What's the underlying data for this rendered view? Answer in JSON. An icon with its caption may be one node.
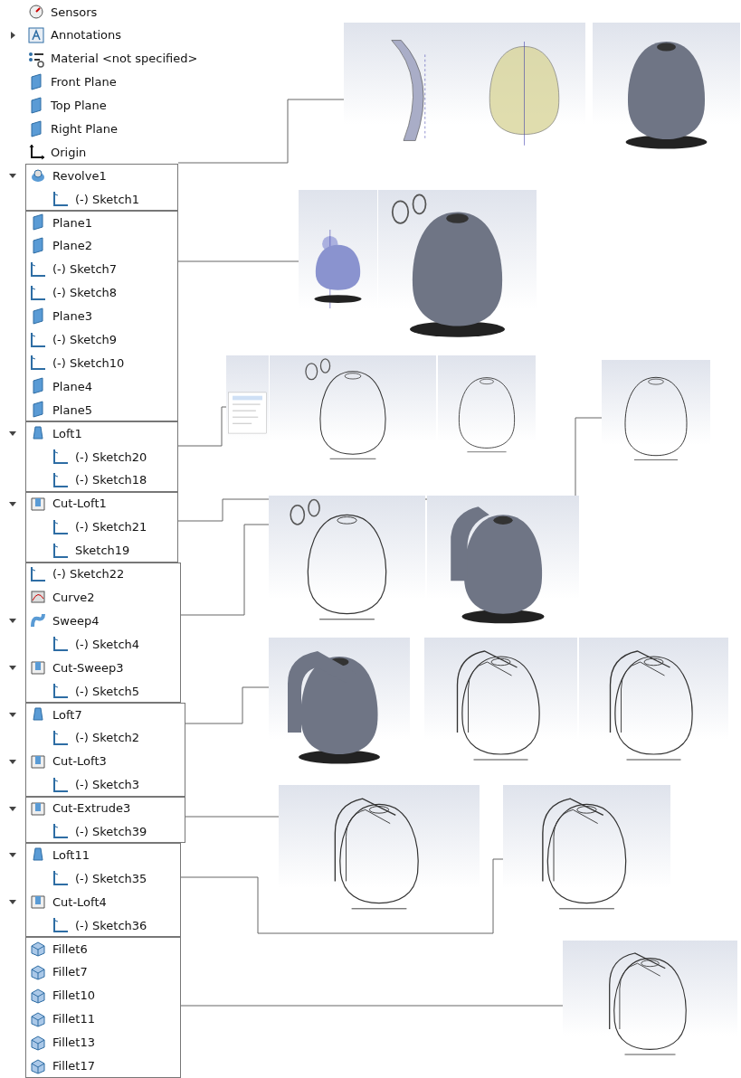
{
  "diagram": {
    "nodes": [
      {
        "text": [],
        "shape": "box"
      },
      {
        "text": [
          "Revolve1"
        ],
        "in": 0
      },
      {
        "text": [
          "(-) Sketch1"
        ],
        "in": 0
      },
      {
        "text": [],
        "shape": "box"
      },
      {
        "text": [
          "Plane1"
        ],
        "in": 3
      },
      {
        "text": [
          "Plane2"
        ],
        "in": 3
      },
      {
        "text": [
          "(-) Sketch7"
        ],
        "in": 3
      },
      {
        "text": [
          "(-) Sketch8"
        ],
        "in": 3
      },
      {
        "text": [
          "Plane3"
        ],
        "in": 3
      },
      {
        "text": [
          "(-) Sketch9"
        ],
        "in": 3
      },
      {
        "text": [
          "(-) Sketch10"
        ],
        "in": 3
      },
      {
        "text": [
          "Plane4"
        ],
        "in": 3
      },
      {
        "text": [
          "Plane5"
        ],
        "in": 3
      },
      {
        "text": [],
        "shape": "box"
      },
      {
        "text": [
          "Loft1"
        ],
        "in": 13
      },
      {
        "text": [
          "(-) Sketch20"
        ],
        "in": 13
      },
      {
        "text": [
          "(-) Sketch18"
        ],
        "in": 13
      },
      {
        "text": [],
        "shape": "box"
      },
      {
        "text": [
          "Cut-Loft1"
        ],
        "in": 17
      },
      {
        "text": [
          "(-) Sketch21"
        ],
        "in": 17
      },
      {
        "text": [
          "Sketch19"
        ],
        "in": 17
      },
      {
        "text": [],
        "shape": "box"
      },
      {
        "text": [
          "(-) Sketch22"
        ],
        "in": 21
      },
      {
        "text": [
          "Curve2"
        ],
        "in": 21
      },
      {
        "text": [
          "Sweep4"
        ],
        "in": 21
      },
      {
        "text": [
          "(-) Sketch4"
        ],
        "in": 21
      },
      {
        "text": [
          "Cut-Sweep3"
        ],
        "in": 21
      },
      {
        "text": [
          "(-) Sketch5"
        ],
        "in": 21
      },
      {
        "text": [],
        "shape": "box"
      },
      {
        "text": [
          "Loft7"
        ],
        "in": 28
      },
      {
        "text": [
          "(-) Sketch2"
        ],
        "in": 28
      },
      {
        "text": [
          "Cut-Loft3"
        ],
        "in": 28
      },
      {
        "text": [
          "(-) Sketch3"
        ],
        "in": 28
      },
      {
        "text": [],
        "shape": "box"
      },
      {
        "text": [
          "Cut-Extrude3"
        ],
        "in": 33
      },
      {
        "text": [
          "(-) Sketch39"
        ],
        "in": 33
      },
      {
        "text": [],
        "shape": "box"
      },
      {
        "text": [
          "Loft11"
        ],
        "in": 36
      },
      {
        "text": [
          "(-) Sketch35"
        ],
        "in": 36
      },
      {
        "text": [
          "Cut-Loft4"
        ],
        "in": 36
      },
      {
        "text": [
          "(-) Sketch36"
        ],
        "in": 36
      },
      {
        "text": [],
        "shape": "box"
      },
      {
        "text": [
          "Fillet6"
        ],
        "in": 41
      },
      {
        "text": [
          "Fillet7"
        ],
        "in": 41
      },
      {
        "text": [
          "Fillet10"
        ],
        "in": 41
      },
      {
        "text": [
          "Fillet11"
        ],
        "in": 41
      },
      {
        "text": [
          "Fillet13"
        ],
        "in": 41
      },
      {
        "text": [
          "Fillet17"
        ],
        "in": 41
      },
      {
        "text": [],
        "shape": "picture"
      },
      {
        "text": [],
        "shape": "picture"
      },
      {
        "text": [],
        "shape": "picture"
      },
      {
        "text": [],
        "shape": "picture"
      },
      {
        "text": [],
        "shape": "picture"
      },
      {
        "text": [],
        "shape": "picture"
      },
      {
        "text": [],
        "shape": "picture"
      },
      {
        "text": [],
        "shape": "picture"
      },
      {
        "text": [],
        "shape": "picture"
      },
      {
        "text": [],
        "shape": "picture"
      },
      {
        "text": [],
        "shape": "picture"
      },
      {
        "text": [],
        "shape": "picture"
      },
      {
        "text": [],
        "shape": "picture"
      },
      {
        "text": [],
        "shape": "picture"
      },
      {
        "text": [],
        "shape": "picture"
      },
      {
        "text": [],
        "shape": "picture"
      },
      {
        "text": [],
        "shape": "picture"
      }
    ],
    "edges": [
      {
        "from": 0,
        "to": 48,
        "arrow": "none"
      },
      {
        "from": 3,
        "to": 51,
        "arrow": "none"
      },
      {
        "from": 13,
        "to": 53,
        "arrow": "none"
      },
      {
        "from": 17,
        "to": 56,
        "arrow": "none"
      },
      {
        "from": 21,
        "to": 57,
        "arrow": "none"
      },
      {
        "from": 28,
        "to": 59,
        "arrow": "none"
      },
      {
        "from": 33,
        "to": 62,
        "arrow": "none"
      },
      {
        "from": 36,
        "to": 63,
        "arrow": "none"
      },
      {
        "from": 41,
        "to": 64,
        "arrow": "none"
      }
    ],
    "labels": [
      "Sensors",
      "Annotations",
      "Material <not specified>",
      "Front Plane",
      "Top Plane",
      "Right Plane",
      "Origin"
    ]
  }
}
